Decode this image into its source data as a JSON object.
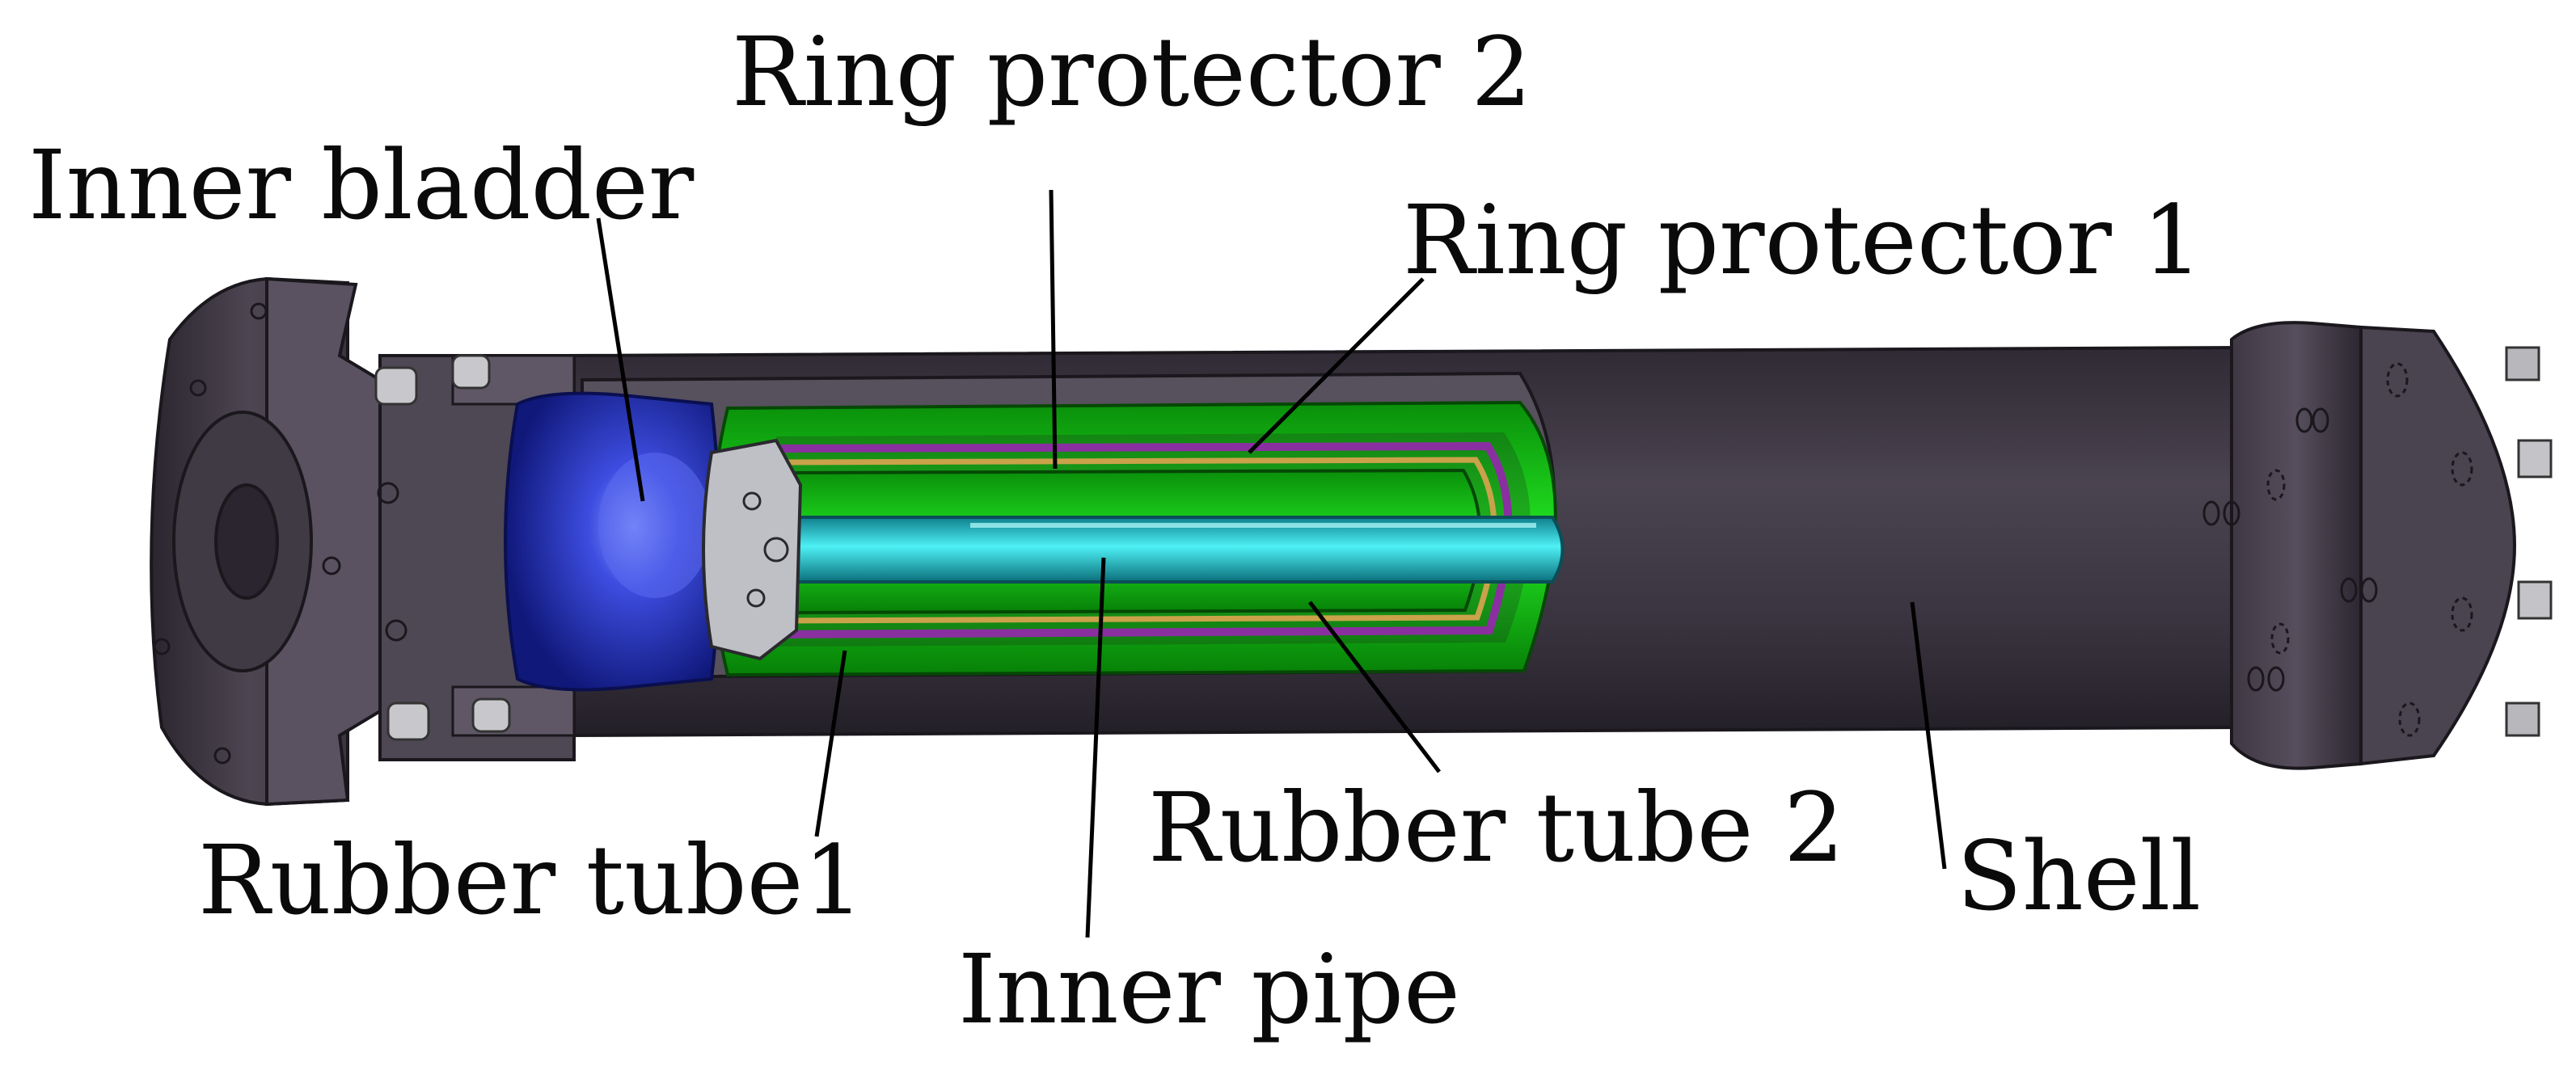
{
  "labels": {
    "inner_bladder": "Inner bladder",
    "ring_protector_2": "Ring protector 2",
    "ring_protector_1": "Ring protector 1",
    "rubber_tube1": "Rubber tube1",
    "inner_pipe": "Inner pipe",
    "rubber_tube_2": "Rubber tube 2",
    "shell": "Shell"
  },
  "colors": {
    "shell_dark": "#3b3540",
    "shell_mid": "#4d4652",
    "shell_light": "#6b6270",
    "cut_face": "#5c5461",
    "inner_bladder": "#1f2aa8",
    "rubber_tube": "#18e018",
    "rubber_tube_dark": "#0a9a0a",
    "inner_pipe": "#19c9d6",
    "ring_protector": "#8a2fa0",
    "ring_protector_gold": "#c9a24a",
    "leader_line": "#000000"
  }
}
